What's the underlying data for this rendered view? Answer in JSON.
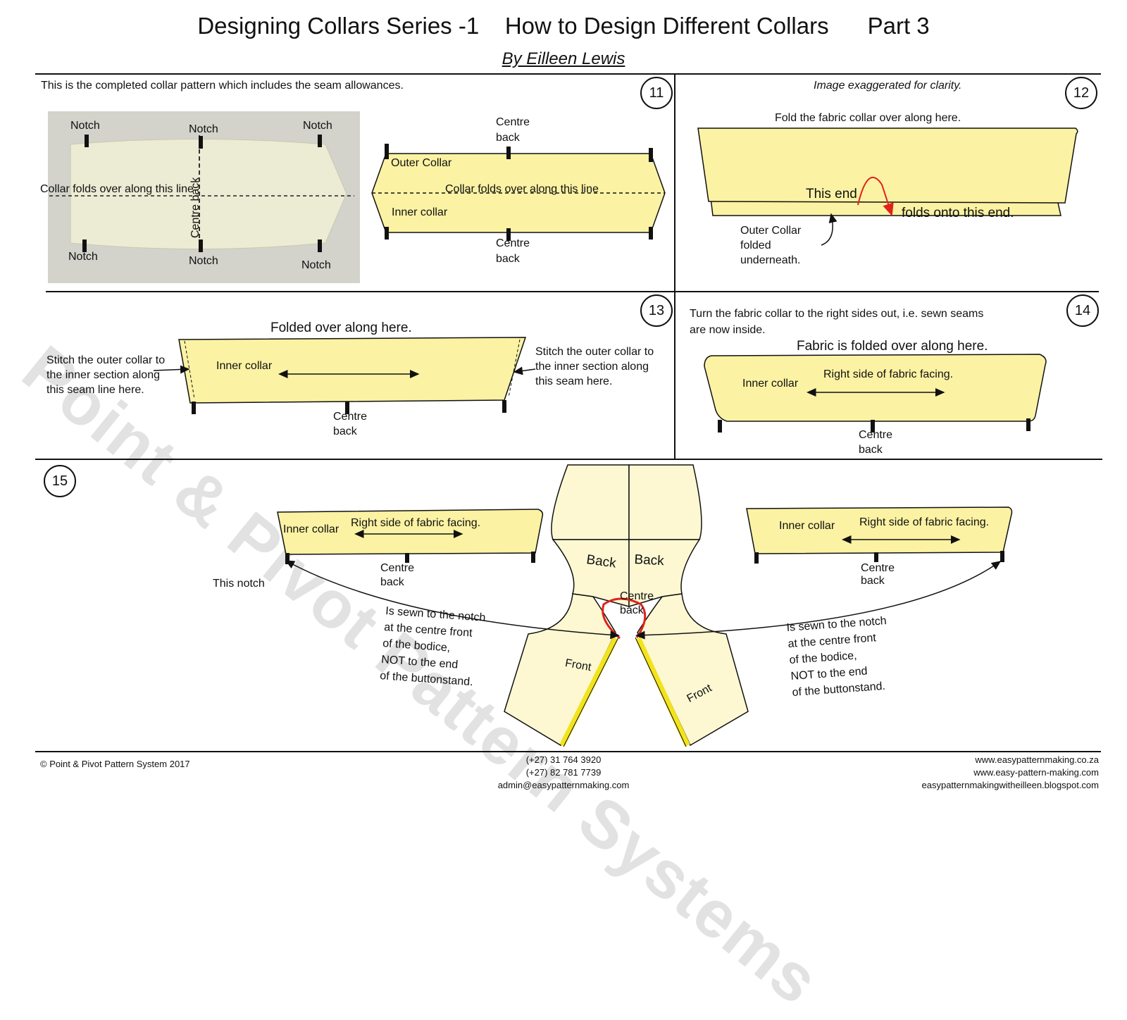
{
  "header": {
    "title": "Designing Collars Series -1    How to Design Different Collars      Part 3",
    "byline": "By Eilleen Lewis"
  },
  "watermark": "Point & Pivot Pattern Systems",
  "step11": {
    "number": "11",
    "intro": "This is the completed collar pattern which includes the seam allowances.",
    "photo_labels": {
      "notch_tl": "Notch",
      "notch_tm": "Notch",
      "notch_tr": "Notch",
      "notch_bl": "Notch",
      "notch_bm": "Notch",
      "notch_br": "Notch",
      "centre_back": "Centre back",
      "fold_line": "Collar folds over along this line"
    },
    "diagram": {
      "centre_back_top": [
        "Centre",
        "back"
      ],
      "outer_collar": "Outer Collar",
      "fold_line": "Collar folds over along this line",
      "inner_collar": "Inner collar",
      "centre_back_bottom": [
        "Centre",
        "back"
      ]
    }
  },
  "step12": {
    "number": "12",
    "note": "Image exaggerated for clarity.",
    "fold_here": "Fold the fabric collar over along here.",
    "this_end": "This end",
    "folds_onto": "folds onto this end.",
    "outer_folded": [
      "Outer Collar",
      "folded",
      "underneath."
    ]
  },
  "step13": {
    "number": "13",
    "folded_over": "Folded over along here.",
    "inner_collar": "Inner collar",
    "stitch_left": [
      "Stitch the outer collar to",
      "the inner section along",
      "this seam line here."
    ],
    "stitch_right": [
      "Stitch the outer collar to",
      "the inner section along",
      "this seam here."
    ],
    "centre_back": [
      "Centre",
      "back"
    ]
  },
  "step14": {
    "number": "14",
    "turn_text": [
      "Turn the fabric collar to the right sides out, i.e.  sewn seams",
      "are now inside."
    ],
    "folded_here": "Fabric is folded over along here.",
    "inner_collar": "Inner collar",
    "right_side": "Right side of fabric facing.",
    "centre_back": [
      "Centre",
      "back"
    ]
  },
  "step15": {
    "number": "15",
    "left_collar": {
      "inner": "Inner collar",
      "right_side": "Right side of fabric facing.",
      "centre_back": [
        "Centre",
        "back"
      ]
    },
    "right_collar": {
      "inner": "Inner collar",
      "right_side": "Right side of fabric facing.",
      "centre_back": [
        "Centre",
        "back"
      ]
    },
    "this_notch": "This notch",
    "left_note": [
      "Is sewn to the notch",
      "at the centre front",
      "of the bodice,",
      "NOT to the end",
      "of the buttonstand."
    ],
    "right_note": [
      "Is sewn to the notch",
      "at the centre front",
      "of the bodice,",
      "NOT to the end",
      "of the buttonstand."
    ],
    "bodice": {
      "back_left": "Back",
      "back_right": "Back",
      "centre_back": [
        "Centre",
        "back"
      ],
      "front_left": "Front",
      "front_right": "Front"
    }
  },
  "footer": {
    "copyright": "© Point & Pivot Pattern System 2017",
    "contact": [
      "(+27) 31 764 3920",
      "(+27) 82 781 7739",
      "admin@easypatternmaking.com"
    ],
    "links": [
      "www.easypatternmaking.co.za",
      "www.easy-pattern-making.com",
      "easypatternmakingwitheilleen.blogspot.com"
    ]
  },
  "colors": {
    "collar_fill": "#fbf2a3",
    "bodice_fill": "#fdf8d2",
    "buttonstand": "#f2e31c",
    "arrow_red": "#e0211c",
    "line": "#111111"
  }
}
